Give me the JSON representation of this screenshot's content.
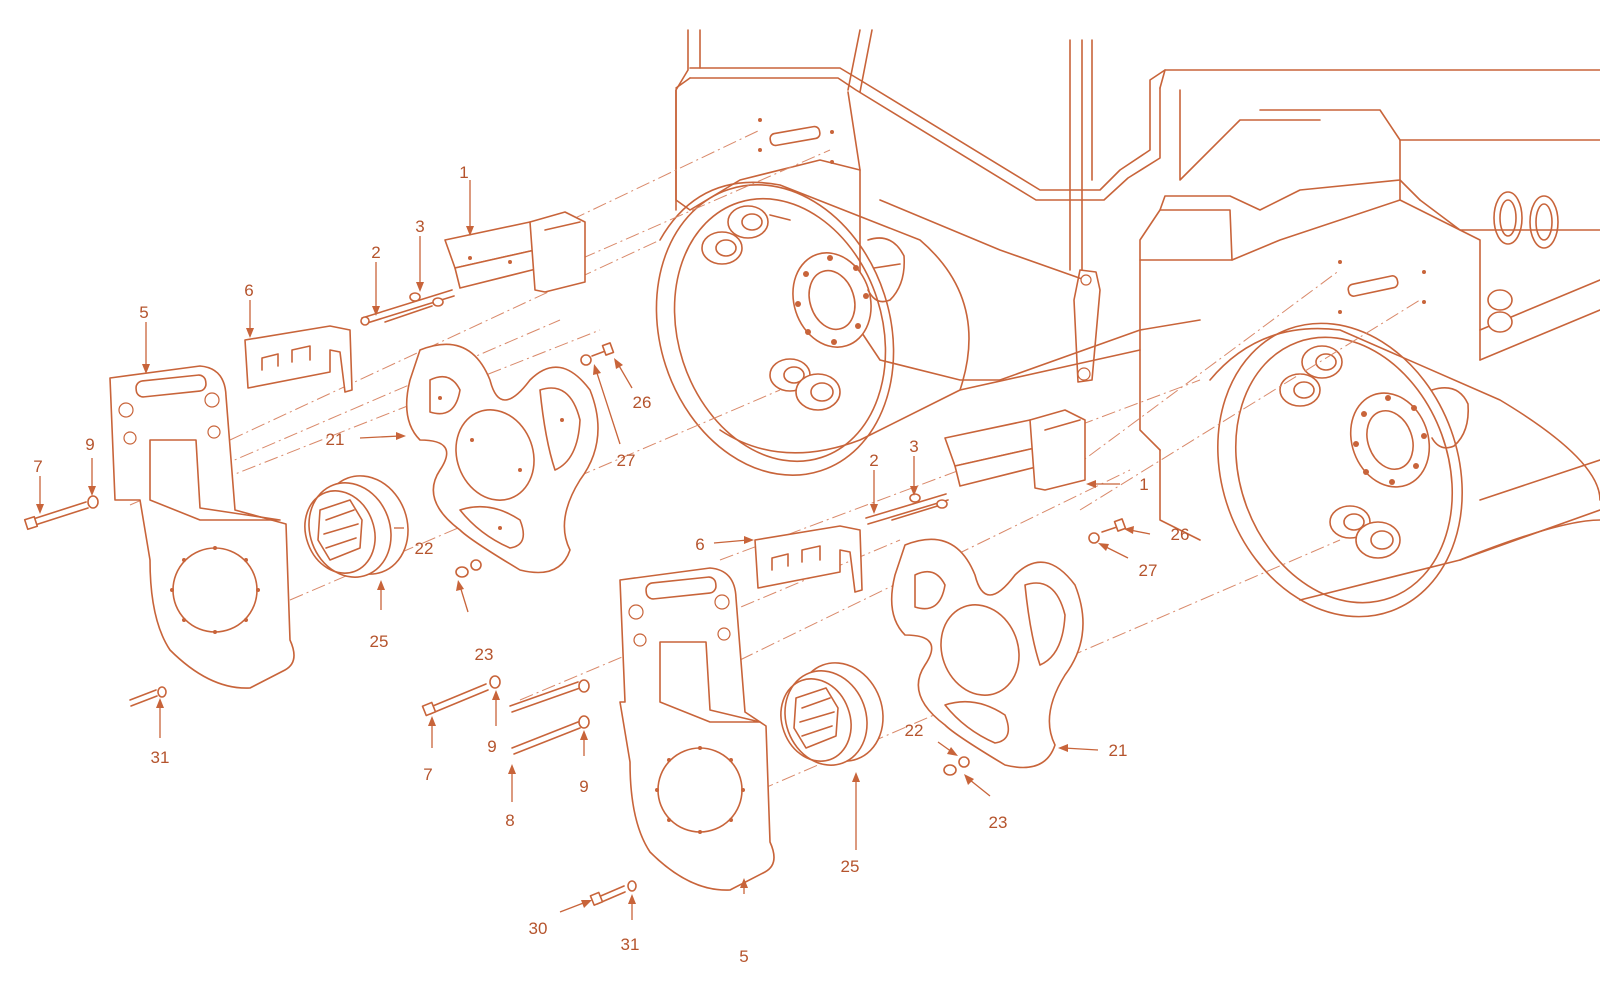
{
  "colors": {
    "line": "#c8643a",
    "text": "#b5542d",
    "background": "#ffffff"
  },
  "callouts": [
    {
      "id": "c1a",
      "text": "1"
    },
    {
      "id": "c2a",
      "text": "2"
    },
    {
      "id": "c3a",
      "text": "3"
    },
    {
      "id": "c5a",
      "text": "5"
    },
    {
      "id": "c6a",
      "text": "6"
    },
    {
      "id": "c7a",
      "text": "7"
    },
    {
      "id": "c9a",
      "text": "9"
    },
    {
      "id": "c21a",
      "text": "21"
    },
    {
      "id": "c22a",
      "text": "22"
    },
    {
      "id": "c23a",
      "text": "23"
    },
    {
      "id": "c25a",
      "text": "25"
    },
    {
      "id": "c26a",
      "text": "26"
    },
    {
      "id": "c27a",
      "text": "27"
    },
    {
      "id": "c31a",
      "text": "31"
    },
    {
      "id": "c1b",
      "text": "1"
    },
    {
      "id": "c2b",
      "text": "2"
    },
    {
      "id": "c3b",
      "text": "3"
    },
    {
      "id": "c5b",
      "text": "5"
    },
    {
      "id": "c6b",
      "text": "6"
    },
    {
      "id": "c7b",
      "text": "7"
    },
    {
      "id": "c8b",
      "text": "8"
    },
    {
      "id": "c9b",
      "text": "9"
    },
    {
      "id": "c9c",
      "text": "9"
    },
    {
      "id": "c21b",
      "text": "21"
    },
    {
      "id": "c22b",
      "text": "22"
    },
    {
      "id": "c23b",
      "text": "23"
    },
    {
      "id": "c25b",
      "text": "25"
    },
    {
      "id": "c26b",
      "text": "26"
    },
    {
      "id": "c27b",
      "text": "27"
    },
    {
      "id": "c30b",
      "text": "30"
    },
    {
      "id": "c31b",
      "text": "31"
    }
  ]
}
